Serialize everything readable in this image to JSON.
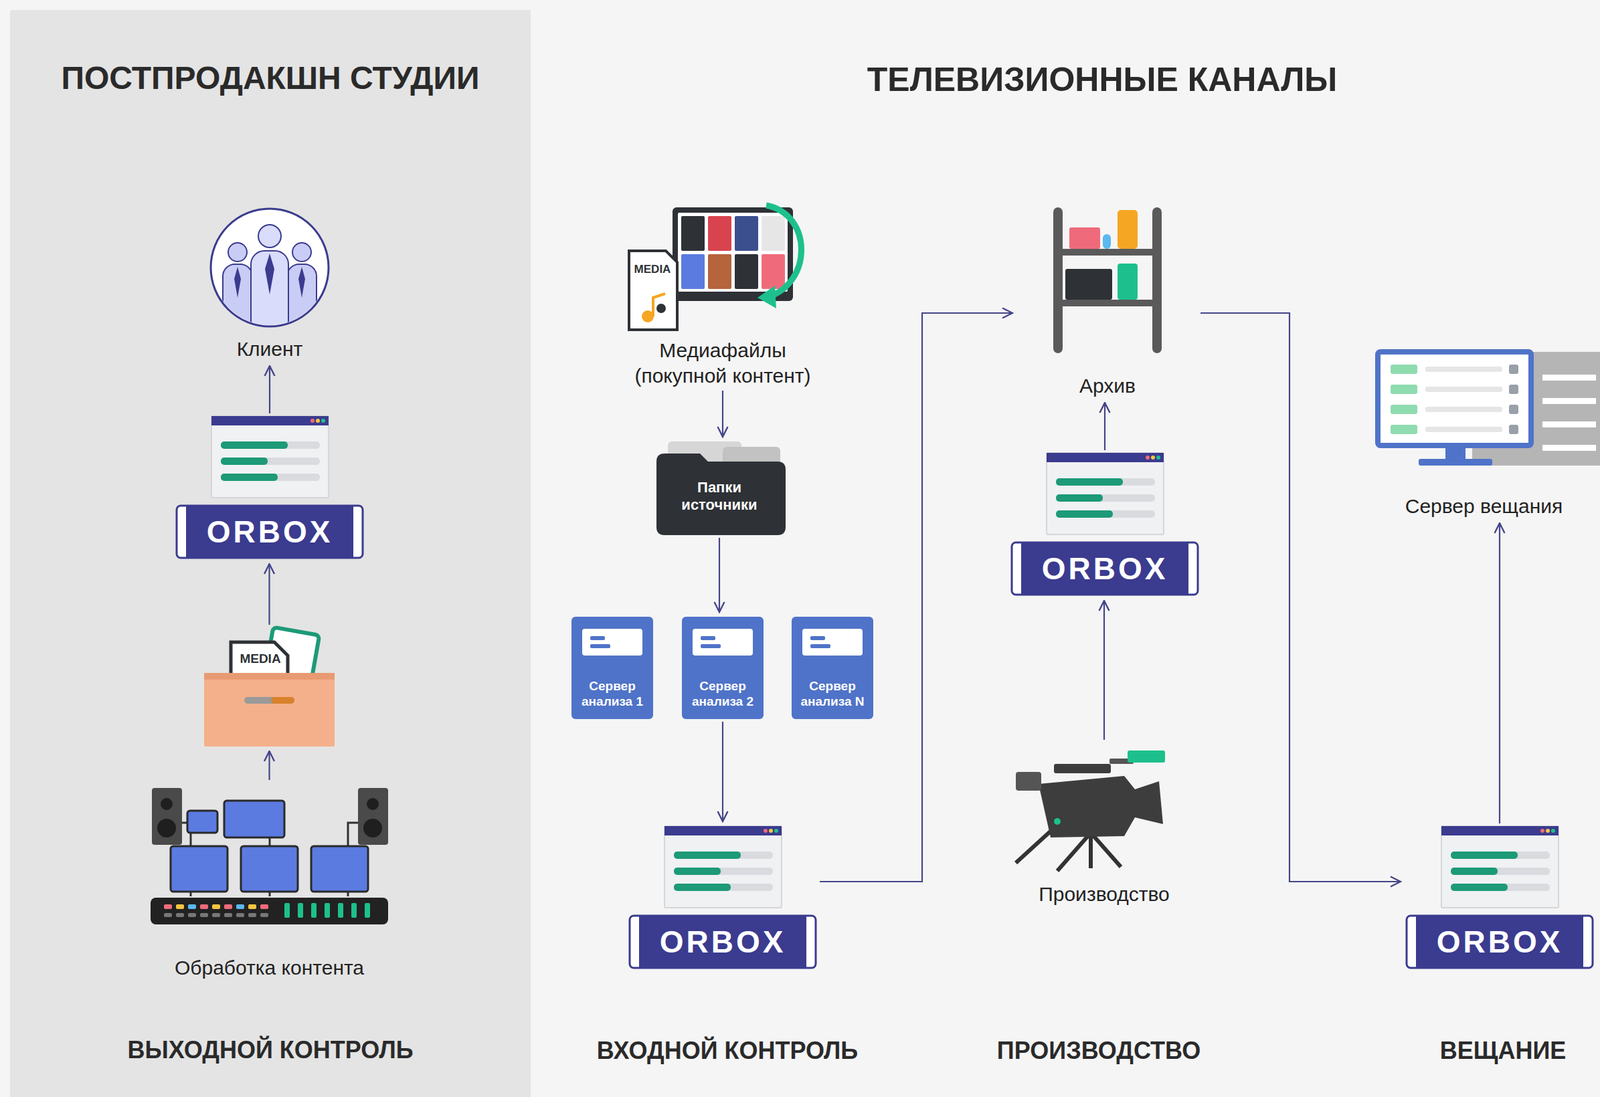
{
  "diagram": {
    "nodes": [
      {
        "text": [
          "ПОСТПРОДАКШН СТУДИИ",
          "ВЫХОДНОЙ КОНТРОЛЬ"
        ]
      },
      {
        "text": [
          "Клиент"
        ],
        "in": 0
      },
      {
        "text": [
          "ORBOX"
        ],
        "in": 0
      },
      {
        "text": [
          "MEDIA"
        ],
        "in": 0
      },
      {
        "text": [
          "Обработка контента"
        ],
        "in": 0
      },
      {
        "text": [
          "MEDIA",
          "Медиафайлы (покупной контент)"
        ]
      },
      {
        "text": [
          "Папки источники"
        ]
      },
      {
        "text": [
          "Сервер анализа 1"
        ]
      },
      {
        "text": [
          "Сервер анализа 2"
        ]
      },
      {
        "text": [
          "Сервер анализа N"
        ]
      },
      {
        "text": [
          "ORBOX"
        ]
      },
      {
        "text": [
          "Архив"
        ]
      },
      {
        "text": [
          "ORBOX"
        ]
      },
      {
        "text": [
          "Производство"
        ]
      },
      {
        "text": [
          "Сервер вещания"
        ]
      },
      {
        "text": [
          "ORBOX"
        ]
      }
    ],
    "edges": [
      {
        "from": 4,
        "to": 3,
        "arrow": "to"
      },
      {
        "from": 3,
        "to": 2,
        "arrow": "to"
      },
      {
        "from": 2,
        "to": 1,
        "arrow": "to"
      },
      {
        "from": 5,
        "to": 6,
        "arrow": "to"
      },
      {
        "from": 6,
        "to": 8,
        "arrow": "to"
      },
      {
        "from": 8,
        "to": 10,
        "arrow": "to"
      },
      {
        "from": 10,
        "to": 11,
        "arrow": "to"
      },
      {
        "from": 13,
        "to": 12,
        "arrow": "to"
      },
      {
        "from": 12,
        "to": 11,
        "arrow": "to"
      },
      {
        "from": 11,
        "to": 15,
        "arrow": "to"
      },
      {
        "from": 15,
        "to": 14,
        "arrow": "to"
      }
    ],
    "labels": [
      "ТЕЛЕВИЗИОННЫЕ КАНАЛЫ",
      "ВХОДНОЙ КОНТРОЛЬ",
      "ПРОИЗВОДСТВО",
      "ВЕЩАНИЕ"
    ]
  }
}
